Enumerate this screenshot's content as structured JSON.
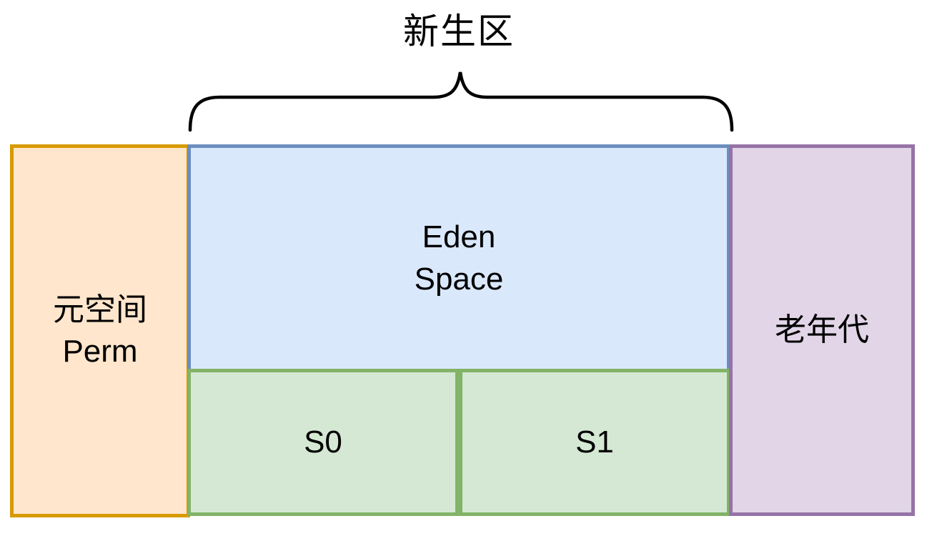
{
  "diagram": {
    "title": {
      "text": "新生区"
    },
    "brace": {
      "color": "#000000"
    },
    "regions": {
      "perm": {
        "lines": [
          "元空间",
          "Perm"
        ],
        "fill": "#FFE6CC",
        "border": "#D79B00"
      },
      "eden": {
        "lines": [
          "Eden",
          "Space"
        ],
        "fill": "#DAE8FC",
        "border": "#6C8EBF"
      },
      "s0": {
        "label": "S0",
        "fill": "#D5E8D4",
        "border": "#82B366"
      },
      "s1": {
        "label": "S1",
        "fill": "#D5E8D4",
        "border": "#82B366"
      },
      "old": {
        "label": "老年代",
        "fill": "#E1D5E7",
        "border": "#9673A6"
      }
    }
  }
}
